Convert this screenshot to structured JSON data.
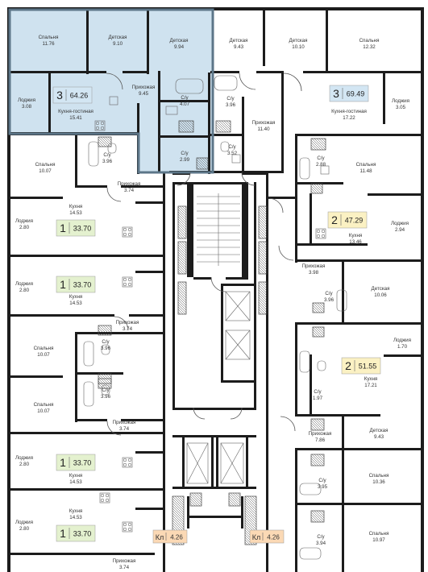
{
  "colors": {
    "highlight": "#cfe2ef",
    "highlight_border": "#5c7688",
    "badge_blue": "#d3e6f3",
    "badge_green": "#e4f1cf",
    "badge_yellow": "#fbf1c3",
    "badge_orange": "#fbd9b5",
    "wall": "#1c1c1c"
  },
  "apartments": [
    {
      "id": "apt-64-26",
      "rooms": "3",
      "area": "64.26",
      "color": "badge_blue"
    },
    {
      "id": "apt-69-49",
      "rooms": "3",
      "area": "69.49",
      "color": "badge_blue"
    },
    {
      "id": "apt-33-70-a",
      "rooms": "1",
      "area": "33.70",
      "color": "badge_green"
    },
    {
      "id": "apt-47-29",
      "rooms": "2",
      "area": "47.29",
      "color": "badge_yellow"
    },
    {
      "id": "apt-33-70-b",
      "rooms": "1",
      "area": "33.70",
      "color": "badge_green"
    },
    {
      "id": "apt-51-55",
      "rooms": "2",
      "area": "51.55",
      "color": "badge_yellow"
    },
    {
      "id": "apt-33-70-c",
      "rooms": "1",
      "area": "33.70",
      "color": "badge_green"
    },
    {
      "id": "apt-33-70-d",
      "rooms": "1",
      "area": "33.70",
      "color": "badge_green"
    }
  ],
  "storages": [
    {
      "id": "kl-left",
      "label": "Кл",
      "area": "4.26",
      "color": "badge_orange"
    },
    {
      "id": "kl-right",
      "label": "Кл",
      "area": "4.26",
      "color": "badge_orange"
    }
  ],
  "rooms": [
    {
      "name": "Спальня",
      "area": "11.76"
    },
    {
      "name": "Детская",
      "area": "9.10"
    },
    {
      "name": "Детская",
      "area": "9.94"
    },
    {
      "name": "Детская",
      "area": "9.43"
    },
    {
      "name": "Детская",
      "area": "10.10"
    },
    {
      "name": "Спальня",
      "area": "12.32"
    },
    {
      "name": "Лоджия",
      "area": "3.08"
    },
    {
      "name": "Кухня-гостиная",
      "area": "15.41"
    },
    {
      "name": "Прихожая",
      "area": "9.45"
    },
    {
      "name": "С/у",
      "area": "4.07"
    },
    {
      "name": "С/у",
      "area": "3.96"
    },
    {
      "name": "Прихожая",
      "area": "11.40"
    },
    {
      "name": "Кухня-гостиная",
      "area": "17.22"
    },
    {
      "name": "Лоджия",
      "area": "3.05"
    },
    {
      "name": "С/у",
      "area": "2.99"
    },
    {
      "name": "С/у",
      "area": "3.52"
    },
    {
      "name": "Спальня",
      "area": "10.07"
    },
    {
      "name": "С/у",
      "area": "3.96"
    },
    {
      "name": "С/у",
      "area": "2.88"
    },
    {
      "name": "Спальня",
      "area": "11.48"
    },
    {
      "name": "Прихожая",
      "area": "3.74"
    },
    {
      "name": "Лоджия",
      "area": "2.80"
    },
    {
      "name": "Кухня",
      "area": "14.53"
    },
    {
      "name": "Лоджия",
      "area": "2.94"
    },
    {
      "name": "Кухня",
      "area": "13.46"
    },
    {
      "name": "Прихожая",
      "area": "3.98"
    },
    {
      "name": "Лоджия",
      "area": "2.80"
    },
    {
      "name": "Кухня",
      "area": "14.53"
    },
    {
      "name": "С/у",
      "area": "3.96"
    },
    {
      "name": "Детская",
      "area": "10.06"
    },
    {
      "name": "Прихожая",
      "area": "3.74"
    },
    {
      "name": "Спальня",
      "area": "10.07"
    },
    {
      "name": "С/у",
      "area": "3.96"
    },
    {
      "name": "Лоджия",
      "area": "1.70"
    },
    {
      "name": "Кухня",
      "area": "17.21"
    },
    {
      "name": "С/у",
      "area": "3.96"
    },
    {
      "name": "С/у",
      "area": "1.97"
    },
    {
      "name": "Спальня",
      "area": "10.07"
    },
    {
      "name": "Прихожая",
      "area": "3.74"
    },
    {
      "name": "Прихожая",
      "area": "7.86"
    },
    {
      "name": "Детская",
      "area": "9.43"
    },
    {
      "name": "Лоджия",
      "area": "2.80"
    },
    {
      "name": "Кухня",
      "area": "14.53"
    },
    {
      "name": "С/у",
      "area": "3.95"
    },
    {
      "name": "Спальня",
      "area": "10.36"
    },
    {
      "name": "Кухня",
      "area": "14.53"
    },
    {
      "name": "Лоджия",
      "area": "2.80"
    },
    {
      "name": "С/у",
      "area": "3.94"
    },
    {
      "name": "Спальня",
      "area": "10.97"
    },
    {
      "name": "Прихожая",
      "area": "3.74"
    }
  ]
}
